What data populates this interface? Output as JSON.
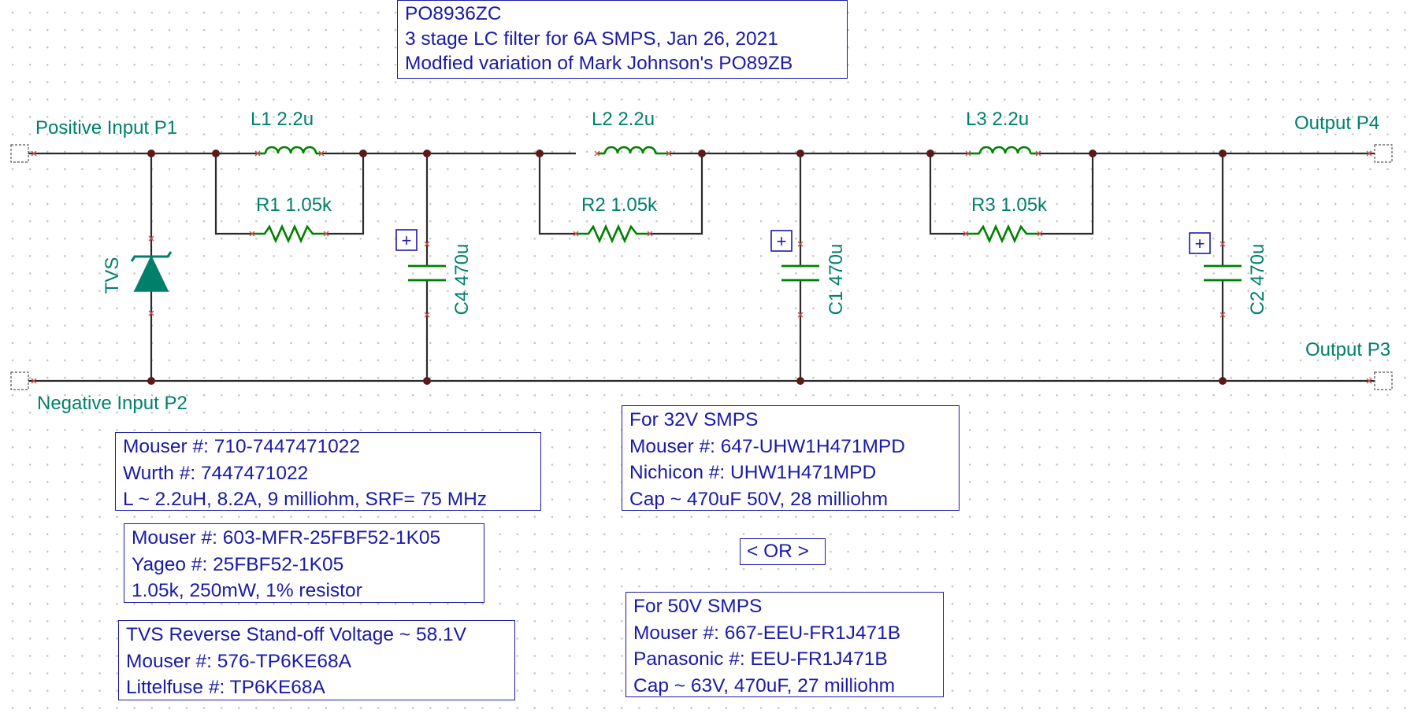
{
  "title_block": {
    "lines": [
      "PO8936ZC",
      "3 stage LC filter for 6A SMPS, Jan 26, 2021",
      "Modfied variation of Mark Johnson's PO89ZB"
    ]
  },
  "ports": {
    "positive_input": "Positive Input P1",
    "negative_input": "Negative Input P2",
    "output_p4": "Output P4",
    "output_p3": "Output P3"
  },
  "components": {
    "l1": "L1 2.2u",
    "l2": "L2 2.2u",
    "l3": "L3 2.2u",
    "r1": "R1 1.05k",
    "r2": "R2 1.05k",
    "r3": "R3 1.05k",
    "c4": "C4 470u",
    "c1": "C1 470u",
    "c2": "C2 470u",
    "tvs": "TVS",
    "plus_symbol": "+"
  },
  "notes": {
    "inductor": [
      "Mouser #: 710-7447471022",
      "Wurth #: 7447471022",
      "L ~ 2.2uH, 8.2A, 9 milliohm, SRF= 75 MHz"
    ],
    "resistor": [
      "Mouser #: 603-MFR-25FBF52-1K05",
      "Yageo #: 25FBF52-1K05",
      "1.05k, 250mW, 1% resistor"
    ],
    "tvs": [
      "TVS Reverse Stand-off Voltage ~ 58.1V",
      "Mouser #: 576-TP6KE68A",
      "Littelfuse #: TP6KE68A"
    ],
    "cap_32v": [
      "For 32V SMPS",
      "Mouser #: 647-UHW1H471MPD",
      "Nichicon  #: UHW1H471MPD",
      "Cap ~ 470uF 50V, 28 milliohm"
    ],
    "or_label": "< OR >",
    "cap_50v": [
      "For 50V SMPS",
      "Mouser #: 667-EEU-FR1J471B",
      "Panasonic  #: EEU-FR1J471B",
      "Cap ~ 63V, 470uF, 27 milliohm"
    ]
  },
  "colors": {
    "wire": "#2b2b2b",
    "component": "#008000",
    "label": "#00806a",
    "note_text": "#1a1aa8",
    "pin_marker": "#d05050",
    "junction": "#5a1a1a"
  }
}
